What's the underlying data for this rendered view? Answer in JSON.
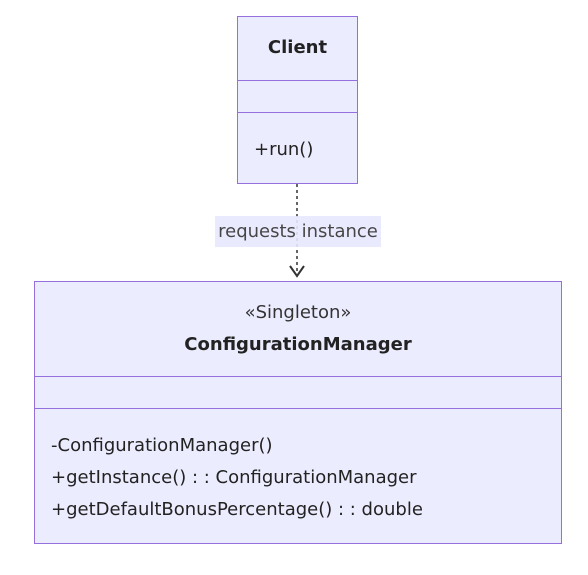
{
  "diagram": {
    "classes": [
      {
        "id": "client",
        "name": "Client",
        "stereotype": "",
        "attributes": [],
        "methods": [
          "+run()"
        ]
      },
      {
        "id": "configuration-manager",
        "name": "ConfigurationManager",
        "stereotype": "«Singleton»",
        "attributes": [],
        "methods": [
          "-ConfigurationManager()",
          "+getInstance() : : ConfigurationManager",
          "+getDefaultBonusPercentage() : : double"
        ]
      }
    ],
    "relations": [
      {
        "from": "client",
        "to": "configuration-manager",
        "type": "dependency",
        "label": "requests instance"
      }
    ]
  },
  "colors": {
    "box_fill": "#ECECFF",
    "box_border": "#9370DB",
    "edge": "#333333",
    "label_bg": "#E8E8FF"
  }
}
